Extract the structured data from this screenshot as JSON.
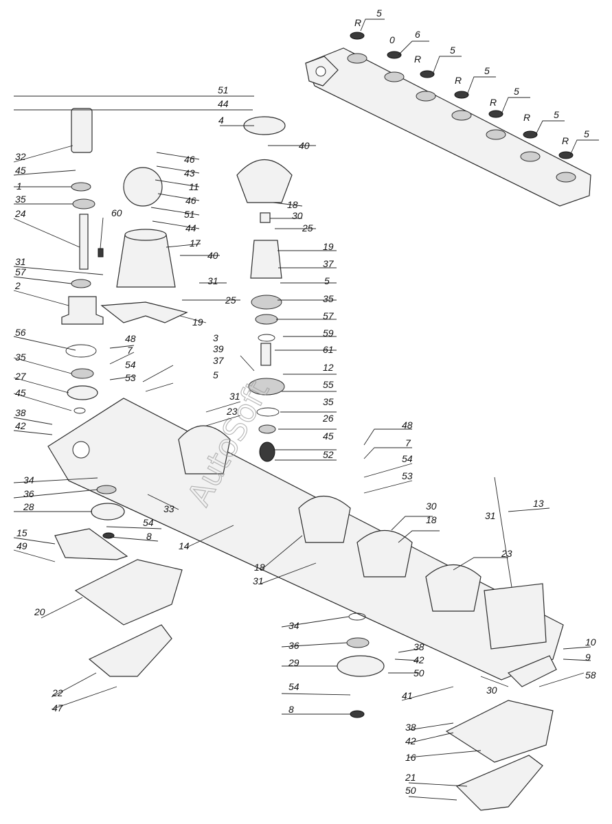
{
  "watermark": "AutoSoft",
  "labels": [
    {
      "id": "l-5a",
      "text": "5"
    },
    {
      "id": "l-r1",
      "text": "R"
    },
    {
      "id": "l-6",
      "text": "6"
    },
    {
      "id": "l-0",
      "text": "0"
    },
    {
      "id": "l-5b",
      "text": "5"
    },
    {
      "id": "l-r2",
      "text": "R"
    },
    {
      "id": "l-5c",
      "text": "5"
    },
    {
      "id": "l-r3",
      "text": "R"
    },
    {
      "id": "l-5d",
      "text": "5"
    },
    {
      "id": "l-r4",
      "text": "R"
    },
    {
      "id": "l-5e",
      "text": "5"
    },
    {
      "id": "l-r5",
      "text": "R"
    },
    {
      "id": "l-5f",
      "text": "5"
    },
    {
      "id": "l-r6",
      "text": "R"
    },
    {
      "id": "l-51a",
      "text": "51"
    },
    {
      "id": "l-44a",
      "text": "44"
    },
    {
      "id": "l-4",
      "text": "4"
    },
    {
      "id": "l-40a",
      "text": "40"
    },
    {
      "id": "l-32",
      "text": "32"
    },
    {
      "id": "l-45a",
      "text": "45"
    },
    {
      "id": "l-1",
      "text": "1"
    },
    {
      "id": "l-35a",
      "text": "35"
    },
    {
      "id": "l-24",
      "text": "24"
    },
    {
      "id": "l-60",
      "text": "60"
    },
    {
      "id": "l-46a",
      "text": "46"
    },
    {
      "id": "l-43",
      "text": "43"
    },
    {
      "id": "l-11",
      "text": "11"
    },
    {
      "id": "l-46b",
      "text": "46"
    },
    {
      "id": "l-51b",
      "text": "51"
    },
    {
      "id": "l-44b",
      "text": "44"
    },
    {
      "id": "l-17",
      "text": "17"
    },
    {
      "id": "l-40b",
      "text": "40"
    },
    {
      "id": "l-31a",
      "text": "31"
    },
    {
      "id": "l-57a",
      "text": "57"
    },
    {
      "id": "l-2",
      "text": "2"
    },
    {
      "id": "l-31b",
      "text": "31"
    },
    {
      "id": "l-25a",
      "text": "25"
    },
    {
      "id": "l-19a",
      "text": "19"
    },
    {
      "id": "l-18a",
      "text": "18"
    },
    {
      "id": "l-30a",
      "text": "30"
    },
    {
      "id": "l-25b",
      "text": "25"
    },
    {
      "id": "l-19b",
      "text": "19"
    },
    {
      "id": "l-37a",
      "text": "37"
    },
    {
      "id": "l-5g",
      "text": "5"
    },
    {
      "id": "l-35b",
      "text": "35"
    },
    {
      "id": "l-57b",
      "text": "57"
    },
    {
      "id": "l-59",
      "text": "59"
    },
    {
      "id": "l-3",
      "text": "3"
    },
    {
      "id": "l-56",
      "text": "56"
    },
    {
      "id": "l-48a",
      "text": "48"
    },
    {
      "id": "l-39",
      "text": "39"
    },
    {
      "id": "l-61",
      "text": "61"
    },
    {
      "id": "l-7a",
      "text": "7"
    },
    {
      "id": "l-35c",
      "text": "35"
    },
    {
      "id": "l-54a",
      "text": "54"
    },
    {
      "id": "l-37b",
      "text": "37"
    },
    {
      "id": "l-12",
      "text": "12"
    },
    {
      "id": "l-27",
      "text": "27"
    },
    {
      "id": "l-53a",
      "text": "53"
    },
    {
      "id": "l-5h",
      "text": "5"
    },
    {
      "id": "l-55",
      "text": "55"
    },
    {
      "id": "l-45b",
      "text": "45"
    },
    {
      "id": "l-35d",
      "text": "35"
    },
    {
      "id": "l-31c",
      "text": "31"
    },
    {
      "id": "l-38a",
      "text": "38"
    },
    {
      "id": "l-23a",
      "text": "23"
    },
    {
      "id": "l-26",
      "text": "26"
    },
    {
      "id": "l-42a",
      "text": "42"
    },
    {
      "id": "l-45c",
      "text": "45"
    },
    {
      "id": "l-48b",
      "text": "48"
    },
    {
      "id": "l-7b",
      "text": "7"
    },
    {
      "id": "l-52",
      "text": "52"
    },
    {
      "id": "l-54b",
      "text": "54"
    },
    {
      "id": "l-34a",
      "text": "34"
    },
    {
      "id": "l-53b",
      "text": "53"
    },
    {
      "id": "l-36a",
      "text": "36"
    },
    {
      "id": "l-13",
      "text": "13"
    },
    {
      "id": "l-28",
      "text": "28"
    },
    {
      "id": "l-33",
      "text": "33"
    },
    {
      "id": "l-30b",
      "text": "30"
    },
    {
      "id": "l-54c",
      "text": "54"
    },
    {
      "id": "l-18b",
      "text": "18"
    },
    {
      "id": "l-8a",
      "text": "8"
    },
    {
      "id": "l-31d",
      "text": "31"
    },
    {
      "id": "l-15",
      "text": "15"
    },
    {
      "id": "l-14",
      "text": "14"
    },
    {
      "id": "l-49",
      "text": "49"
    },
    {
      "id": "l-23b",
      "text": "23"
    },
    {
      "id": "l-18c",
      "text": "18"
    },
    {
      "id": "l-31e",
      "text": "31"
    },
    {
      "id": "l-20",
      "text": "20"
    },
    {
      "id": "l-34b",
      "text": "34"
    },
    {
      "id": "l-36b",
      "text": "36"
    },
    {
      "id": "l-38b",
      "text": "38"
    },
    {
      "id": "l-10",
      "text": "10"
    },
    {
      "id": "l-42b",
      "text": "42"
    },
    {
      "id": "l-29",
      "text": "29"
    },
    {
      "id": "l-50a",
      "text": "50"
    },
    {
      "id": "l-9",
      "text": "9"
    },
    {
      "id": "l-54d",
      "text": "54"
    },
    {
      "id": "l-58",
      "text": "58"
    },
    {
      "id": "l-22",
      "text": "22"
    },
    {
      "id": "l-30c",
      "text": "30"
    },
    {
      "id": "l-41",
      "text": "41"
    },
    {
      "id": "l-47",
      "text": "47"
    },
    {
      "id": "l-8b",
      "text": "8"
    },
    {
      "id": "l-38c",
      "text": "38"
    },
    {
      "id": "l-42c",
      "text": "42"
    },
    {
      "id": "l-16",
      "text": "16"
    },
    {
      "id": "l-21",
      "text": "21"
    },
    {
      "id": "l-50b",
      "text": "50"
    }
  ]
}
